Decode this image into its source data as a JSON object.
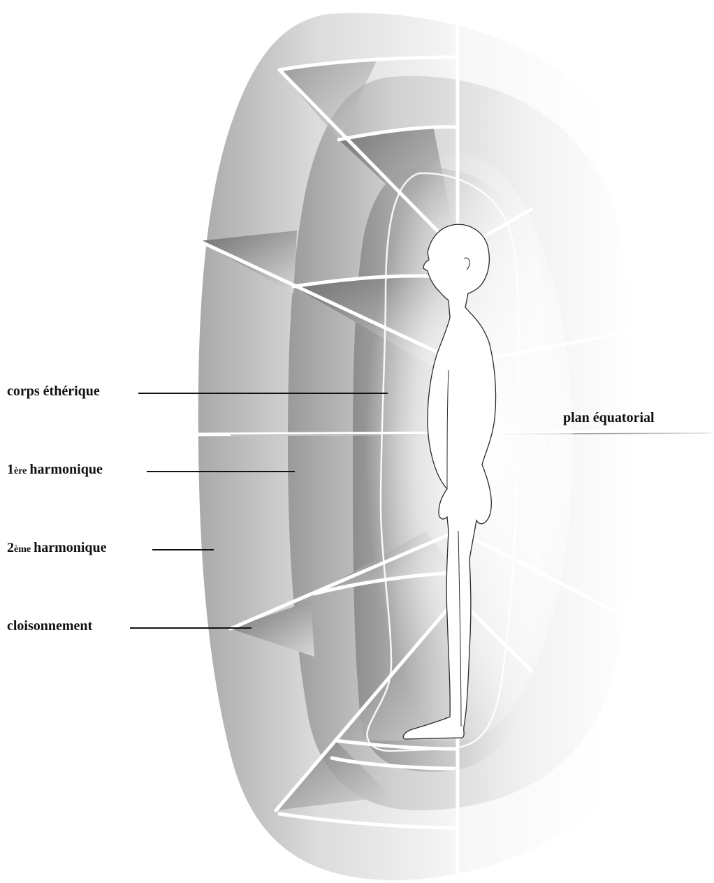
{
  "labels": {
    "etheric_body": "corps éthérique",
    "first_harmonic_num": "1",
    "first_harmonic_sup": "ère",
    "first_harmonic_word": "harmonique",
    "second_harmonic_num": "2",
    "second_harmonic_sup": "ème",
    "second_harmonic_word": "harmonique",
    "partitioning": "cloisonnement",
    "equatorial_plane": "plan équatorial"
  },
  "colors": {
    "shell_light": "#f7f7f7",
    "shell_mid": "#c9c9c9",
    "shell_dark": "#8d8d8d",
    "line": "#111111"
  }
}
